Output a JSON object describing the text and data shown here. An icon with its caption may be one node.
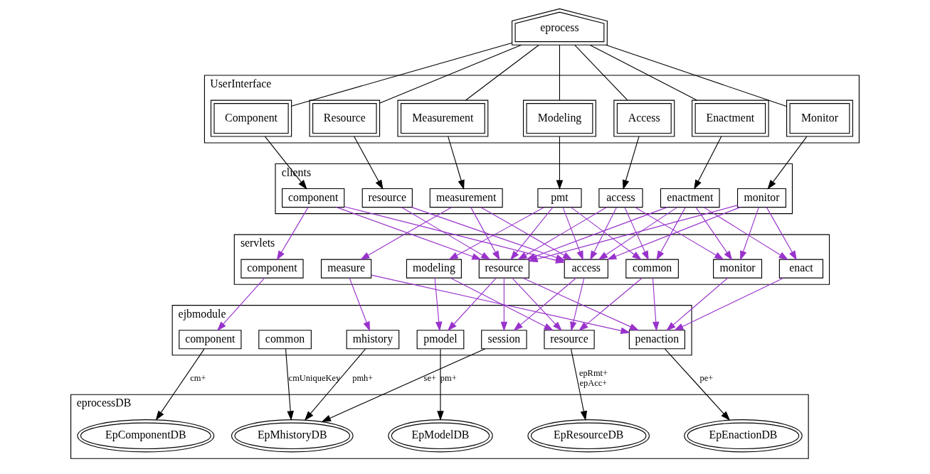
{
  "diagram": {
    "nodes": [
      {
        "text": [
          "eprocess"
        ]
      },
      {
        "text": [
          "UserInterface"
        ]
      },
      {
        "text": [
          "Resource"
        ],
        "in": 1
      },
      {
        "text": [
          "Monitor"
        ],
        "in": 1
      },
      {
        "text": [
          "Modeling"
        ],
        "in": 1
      },
      {
        "text": [
          "Measurement"
        ],
        "in": 1
      },
      {
        "text": [
          "Enactment"
        ],
        "in": 1
      },
      {
        "text": [
          "Component"
        ],
        "in": 1
      },
      {
        "text": [
          "Access"
        ],
        "in": 1
      },
      {
        "text": [
          "clients"
        ]
      },
      {
        "text": [
          "resource"
        ],
        "in": 9
      },
      {
        "text": [
          "monitor"
        ],
        "in": 9
      },
      {
        "text": [
          "pmt"
        ],
        "in": 9
      },
      {
        "text": [
          "measurement"
        ],
        "in": 9
      },
      {
        "text": [
          "enactment"
        ],
        "in": 9
      },
      {
        "text": [
          "component"
        ],
        "in": 9
      },
      {
        "text": [
          "access"
        ],
        "in": 9
      },
      {
        "text": [
          "servlets"
        ]
      },
      {
        "text": [
          "modeling"
        ],
        "in": 17
      },
      {
        "text": [
          "measure"
        ],
        "in": 17
      },
      {
        "text": [
          "enact"
        ],
        "in": 17
      },
      {
        "text": [
          "resource"
        ],
        "in": 17
      },
      {
        "text": [
          "access"
        ],
        "in": 17
      },
      {
        "text": [
          "monitor"
        ],
        "in": 17
      },
      {
        "text": [
          "common"
        ],
        "in": 17
      },
      {
        "text": [
          "component"
        ],
        "in": 17
      },
      {
        "text": [
          "ejbmodule"
        ]
      },
      {
        "text": [
          "mhistory"
        ],
        "in": 26
      },
      {
        "text": [
          "common"
        ],
        "in": 26
      },
      {
        "text": [
          "pmodel"
        ],
        "in": 26
      },
      {
        "text": [
          "resource"
        ],
        "in": 26
      },
      {
        "text": [
          "penaction"
        ],
        "in": 26
      },
      {
        "text": [
          "session"
        ],
        "in": 26
      },
      {
        "text": [
          "component"
        ],
        "in": 26
      },
      {
        "text": [
          "eprocessDB"
        ]
      },
      {
        "text": [
          "EpMhistoryDB"
        ],
        "in": 34
      },
      {
        "text": [
          "EpModelDB"
        ],
        "in": 34
      },
      {
        "text": [
          "EpResourceDB"
        ],
        "in": 34
      },
      {
        "text": [
          "EpEnactionDB"
        ],
        "in": 34
      },
      {
        "text": [
          "EpComponentDB"
        ],
        "in": 34
      }
    ],
    "edges": [
      {
        "from": 0,
        "to": 2,
        "arrow": "none",
        "color": "#000000"
      },
      {
        "from": 0,
        "to": 3,
        "arrow": "none",
        "color": "#000000"
      },
      {
        "from": 0,
        "to": 4,
        "arrow": "none",
        "color": "#000000"
      },
      {
        "from": 0,
        "to": 5,
        "arrow": "none",
        "color": "#000000"
      },
      {
        "from": 0,
        "to": 6,
        "arrow": "none",
        "color": "#000000"
      },
      {
        "from": 0,
        "to": 7,
        "arrow": "none",
        "color": "#000000"
      },
      {
        "from": 0,
        "to": 8,
        "arrow": "none",
        "color": "#000000"
      },
      {
        "from": 2,
        "to": 10,
        "arrow": "to",
        "color": "#000000"
      },
      {
        "from": 3,
        "to": 11,
        "arrow": "to",
        "color": "#000000"
      },
      {
        "from": 4,
        "to": 12,
        "arrow": "to",
        "color": "#000000"
      },
      {
        "from": 5,
        "to": 13,
        "arrow": "to",
        "color": "#000000"
      },
      {
        "from": 6,
        "to": 14,
        "arrow": "to",
        "color": "#000000"
      },
      {
        "from": 7,
        "to": 15,
        "arrow": "to",
        "color": "#000000"
      },
      {
        "from": 8,
        "to": 16,
        "arrow": "to",
        "color": "#000000"
      },
      {
        "from": 10,
        "to": 21,
        "arrow": "to",
        "color": "#9932cc"
      },
      {
        "from": 10,
        "to": 22,
        "arrow": "to",
        "color": "#9932cc"
      },
      {
        "from": 11,
        "to": 20,
        "arrow": "to",
        "color": "#9932cc"
      },
      {
        "from": 11,
        "to": 21,
        "arrow": "to",
        "color": "#9932cc"
      },
      {
        "from": 11,
        "to": 22,
        "arrow": "to",
        "color": "#9932cc"
      },
      {
        "from": 11,
        "to": 23,
        "arrow": "to",
        "color": "#9932cc"
      },
      {
        "from": 12,
        "to": 18,
        "arrow": "to",
        "color": "#9932cc"
      },
      {
        "from": 12,
        "to": 21,
        "arrow": "to",
        "color": "#9932cc"
      },
      {
        "from": 12,
        "to": 22,
        "arrow": "to",
        "color": "#9932cc"
      },
      {
        "from": 12,
        "to": 24,
        "arrow": "to",
        "color": "#9932cc"
      },
      {
        "from": 13,
        "to": 19,
        "arrow": "to",
        "color": "#9932cc"
      },
      {
        "from": 13,
        "to": 21,
        "arrow": "to",
        "color": "#9932cc"
      },
      {
        "from": 13,
        "to": 22,
        "arrow": "to",
        "color": "#9932cc"
      },
      {
        "from": 14,
        "to": 20,
        "arrow": "to",
        "color": "#9932cc"
      },
      {
        "from": 14,
        "to": 21,
        "arrow": "to",
        "color": "#9932cc"
      },
      {
        "from": 14,
        "to": 22,
        "arrow": "to",
        "color": "#9932cc"
      },
      {
        "from": 14,
        "to": 23,
        "arrow": "to",
        "color": "#9932cc"
      },
      {
        "from": 14,
        "to": 24,
        "arrow": "to",
        "color": "#9932cc"
      },
      {
        "from": 15,
        "to": 21,
        "arrow": "to",
        "color": "#9932cc"
      },
      {
        "from": 15,
        "to": 22,
        "arrow": "to",
        "color": "#9932cc"
      },
      {
        "from": 15,
        "to": 25,
        "arrow": "to",
        "color": "#9932cc"
      },
      {
        "from": 16,
        "to": 21,
        "arrow": "to",
        "color": "#9932cc"
      },
      {
        "from": 16,
        "to": 22,
        "arrow": "to",
        "color": "#9932cc"
      },
      {
        "from": 16,
        "to": 23,
        "arrow": "to",
        "color": "#9932cc"
      },
      {
        "from": 16,
        "to": 24,
        "arrow": "to",
        "color": "#9932cc"
      },
      {
        "from": 18,
        "to": 29,
        "arrow": "to",
        "color": "#9932cc"
      },
      {
        "from": 18,
        "to": 30,
        "arrow": "to",
        "color": "#9932cc"
      },
      {
        "from": 19,
        "to": 27,
        "arrow": "to",
        "color": "#9932cc"
      },
      {
        "from": 19,
        "to": 31,
        "arrow": "to",
        "color": "#9932cc"
      },
      {
        "from": 20,
        "to": 31,
        "arrow": "to",
        "color": "#9932cc"
      },
      {
        "from": 21,
        "to": 29,
        "arrow": "to",
        "color": "#9932cc"
      },
      {
        "from": 21,
        "to": 30,
        "arrow": "to",
        "color": "#9932cc"
      },
      {
        "from": 21,
        "to": 31,
        "arrow": "to",
        "color": "#9932cc"
      },
      {
        "from": 21,
        "to": 32,
        "arrow": "to",
        "color": "#9932cc"
      },
      {
        "from": 22,
        "to": 30,
        "arrow": "to",
        "color": "#9932cc"
      },
      {
        "from": 22,
        "to": 32,
        "arrow": "to",
        "color": "#9932cc"
      },
      {
        "from": 23,
        "to": 31,
        "arrow": "to",
        "color": "#9932cc"
      },
      {
        "from": 24,
        "to": 30,
        "arrow": "to",
        "color": "#9932cc"
      },
      {
        "from": 24,
        "to": 31,
        "arrow": "to",
        "color": "#9932cc"
      },
      {
        "from": 25,
        "to": 33,
        "arrow": "to",
        "color": "#9932cc"
      },
      {
        "from": 27,
        "to": 35,
        "arrow": "to",
        "label": "pmh+",
        "color": "#000000"
      },
      {
        "from": 28,
        "to": 35,
        "arrow": "to",
        "label": "cmUniqueKey",
        "color": "#000000"
      },
      {
        "from": 29,
        "to": 36,
        "arrow": "to",
        "label": "pm+",
        "color": "#000000"
      },
      {
        "from": 30,
        "to": 37,
        "arrow": "to",
        "label": "epRmt+ epAcc+",
        "color": "#000000"
      },
      {
        "from": 31,
        "to": 38,
        "arrow": "to",
        "label": "pe+",
        "color": "#000000"
      },
      {
        "from": 32,
        "to": 35,
        "arrow": "to",
        "label": "se+",
        "color": "#000000"
      },
      {
        "from": 33,
        "to": 39,
        "arrow": "to",
        "label": "cm+",
        "color": "#000000"
      }
    ]
  }
}
